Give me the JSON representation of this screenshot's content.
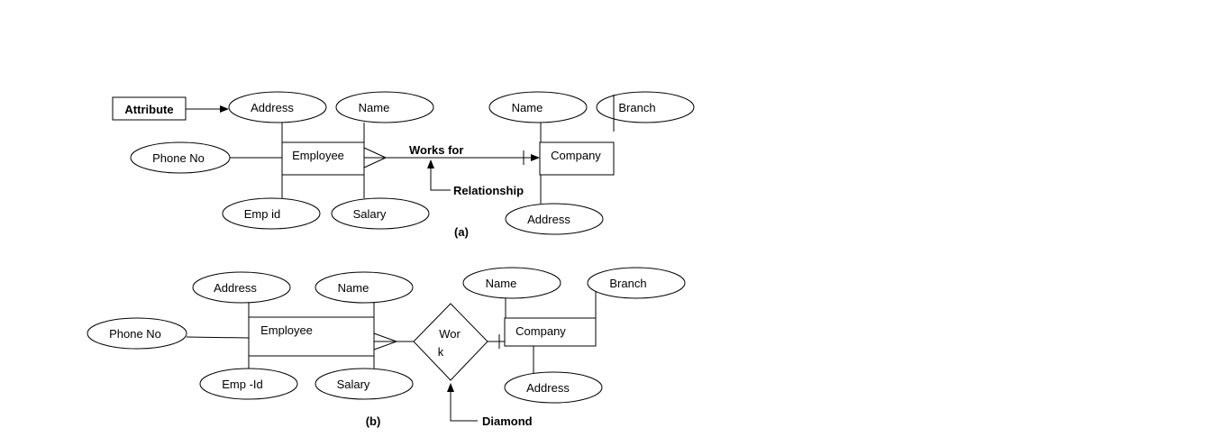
{
  "diagram_a": {
    "caption": "(a)",
    "attribute_label": "Attribute",
    "employee": "Employee",
    "employee_attrs": {
      "address": "Address",
      "name": "Name",
      "phone": "Phone No",
      "empid": "Emp id",
      "salary": "Salary"
    },
    "relation": "Works for",
    "relationship_label": "Relationship",
    "company": "Company",
    "company_attrs": {
      "name": "Name",
      "branch": "Branch",
      "address": "Address"
    }
  },
  "diagram_b": {
    "caption": "(b)",
    "employee": "Employee",
    "employee_attrs": {
      "address": "Address",
      "name": "Name",
      "phone": "Phone No",
      "empid": "Emp -Id",
      "salary": "Salary"
    },
    "diamond_line1": "Wor",
    "diamond_line2": "k",
    "diamond_label": "Diamond",
    "company": "Company",
    "company_attrs": {
      "name": "Name",
      "branch": "Branch",
      "address": "Address"
    }
  }
}
